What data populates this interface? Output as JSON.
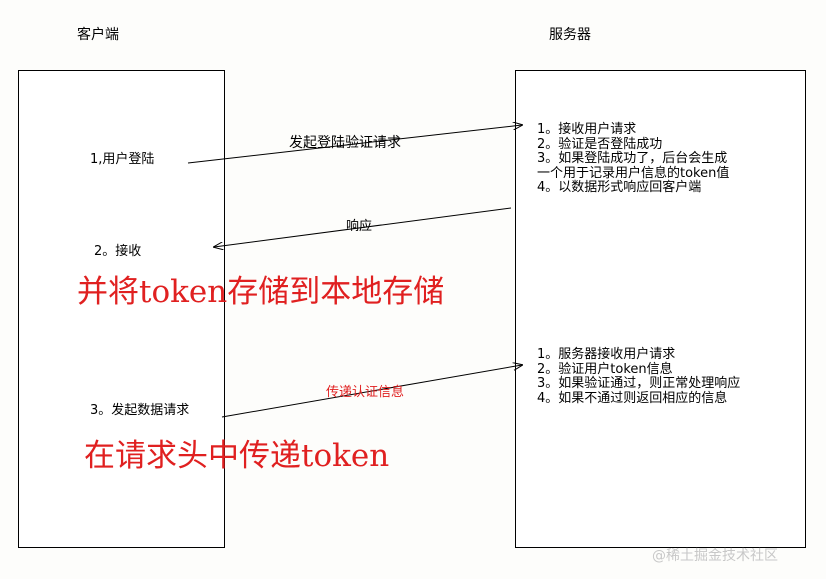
{
  "client": {
    "title": "客户端",
    "step1": "1,用户登陆",
    "step2": "2。接收",
    "step3": "3。发起数据请求",
    "note_store": "并将token存储到本地存储",
    "note_header": "在请求头中传递token"
  },
  "server": {
    "title": "服务器",
    "login_steps": [
      "1。接收用户请求",
      "2。验证是否登陆成功",
      "3。如果登陆成功了，后台会生成",
      "一个用于记录用户信息的token值",
      "4。以数据形式响应回客户端"
    ],
    "request_steps": [
      "1。服务器接收用户请求",
      "2。验证用户token信息",
      "3。如果验证通过，则正常处理响应",
      "4。如果不通过则返回相应的信息"
    ]
  },
  "arrows": {
    "login_request": "发起登陆验证请求",
    "response": "响应",
    "pass_auth": "传递认证信息"
  },
  "colors": {
    "annotation": "#e02020",
    "lines": "#000000"
  },
  "watermark": "@稀土掘金技术社区"
}
